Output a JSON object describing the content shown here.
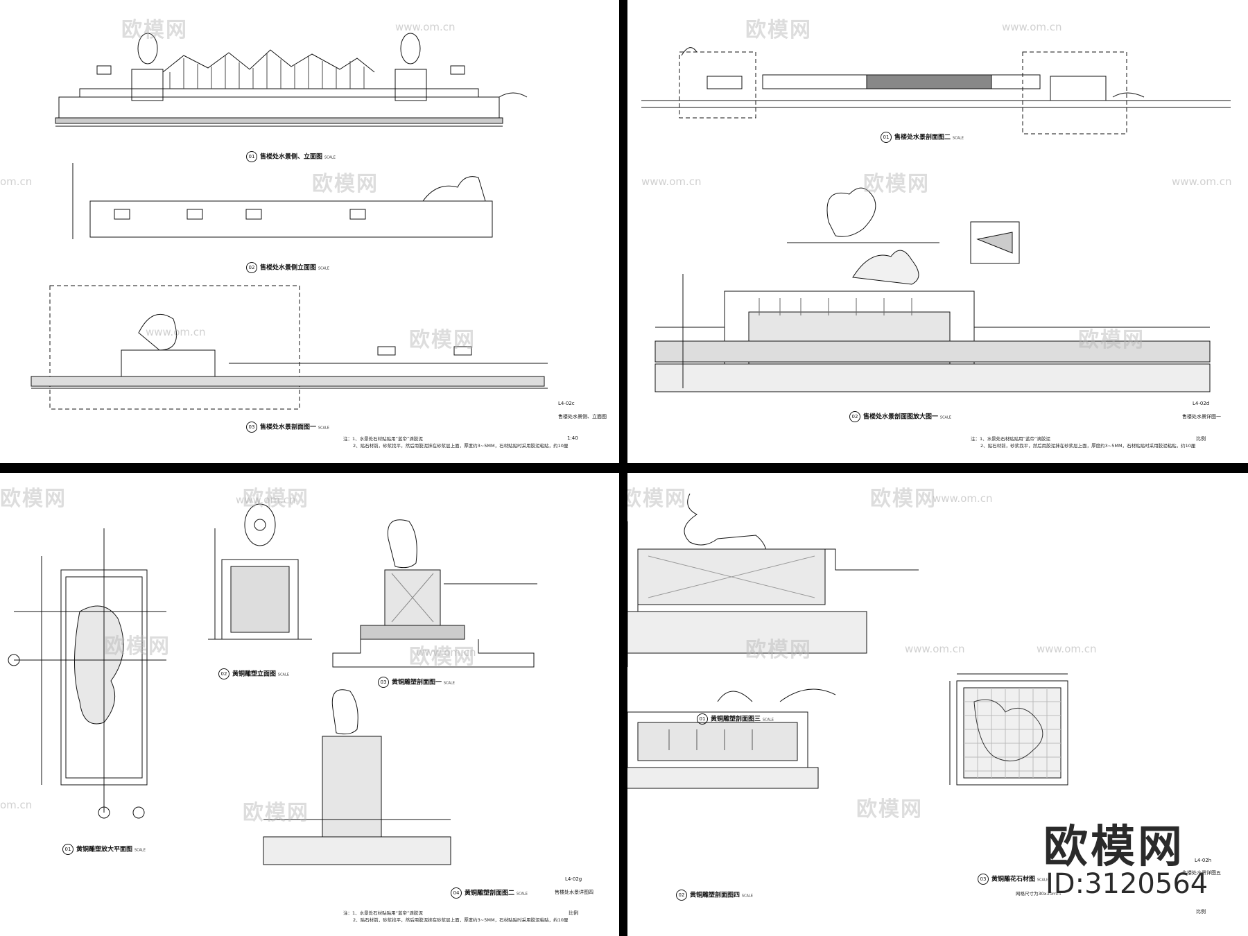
{
  "watermark": {
    "brand": "欧模网",
    "url": "www.om.cn",
    "url_short": "om.cn"
  },
  "sheets": [
    {
      "code": "L4-02c",
      "code_title": "售楼处水景侧、立面图",
      "scale_note": "1:40",
      "drawings": [
        {
          "num": "01",
          "title": "售楼处水景侧、立面图",
          "scale": "SCALE"
        },
        {
          "num": "02",
          "title": "售楼处水景侧立面图",
          "scale": "SCALE"
        },
        {
          "num": "03",
          "title": "售楼处水景剖面图一",
          "scale": "SCALE"
        }
      ],
      "notes": [
        "注：1、水景处石材贴贴用“蓝帝”滴胶泥",
        "2、贴石材前，砂浆找平，然后用胶泥抹在砂浆层上面，厚度约3~5MM，石材贴贴时采用胶泥粘贴，约10厘"
      ]
    },
    {
      "code": "L4-02d",
      "code_title": "售楼处水景详图一",
      "scale_note": "比例",
      "drawings": [
        {
          "num": "01",
          "title": "售楼处水景剖面图二",
          "scale": "SCALE"
        },
        {
          "num": "02",
          "title": "售楼处水景剖面图放大图一",
          "scale": "SCALE"
        }
      ],
      "notes": [
        "注：1、水景处石材贴贴用“蓝帝”滴胶泥",
        "2、贴石材前，砂浆找平，然后用胶泥抹在砂浆层上面，厚度约3~5MM，石材贴贴时采用胶泥粘贴，约10厘"
      ]
    },
    {
      "code": "L4-02g",
      "code_title": "售楼处水景详图四",
      "scale_note": "比例",
      "drawings": [
        {
          "num": "01",
          "title": "黄铜雕塑放大平面图",
          "scale": "SCALE"
        },
        {
          "num": "02",
          "title": "黄铜雕塑立面图",
          "scale": "SCALE"
        },
        {
          "num": "03",
          "title": "黄铜雕塑剖面图一",
          "scale": "SCALE"
        },
        {
          "num": "04",
          "title": "黄铜雕塑剖面图二",
          "scale": "SCALE"
        }
      ],
      "notes": [
        "注：1、水景处石材贴贴用“蓝帝”滴胶泥",
        "2、贴石材前，砂浆找平，然后用胶泥抹在砂浆层上面，厚度约3~5MM，石材贴贴时采用胶泥粘贴，约10厘"
      ]
    },
    {
      "code": "L4-02h",
      "code_title": "售楼处水景详图五",
      "scale_note": "比例",
      "drawings": [
        {
          "num": "01",
          "title": "黄铜雕塑剖面图三",
          "scale": "SCALE"
        },
        {
          "num": "02",
          "title": "黄铜雕塑剖面图四",
          "scale": "SCALE"
        },
        {
          "num": "03",
          "title": "黄铜雕花石材图",
          "scale": "SCALE"
        }
      ],
      "grid_note": "网格尺寸为30x30mm"
    }
  ],
  "badge": {
    "brand": "欧模网",
    "id": "ID:3120564"
  }
}
